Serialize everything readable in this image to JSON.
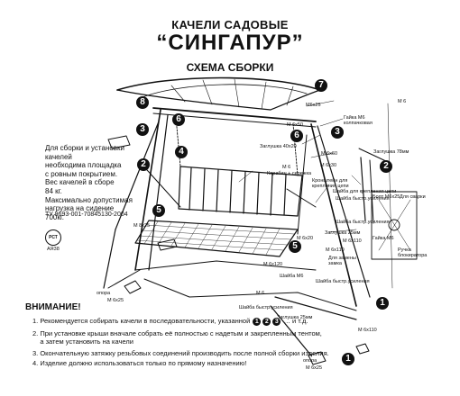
{
  "header": {
    "small_title": "КАЧЕЛИ САДОВЫЕ",
    "big_title": "“СИНГАПУР”",
    "subtitle": "СХЕМА СБОРКИ"
  },
  "info": {
    "lines": [
      "Для сборки и установки качелей",
      "необходима площадка",
      "с  ровным покрытием.",
      "Вес качелей в сборе",
      "84 кг.",
      "Максимально допустимая",
      "нагрузка на сидение",
      "700кг."
    ],
    "tu": "ТУ 9693-001-70845130-2004"
  },
  "cert_mark": "РСТ",
  "cert_code": "АЯ38",
  "step_numbers": {
    "s7": "7",
    "s8": "8",
    "s6a": "6",
    "s3a": "3",
    "s4": "4",
    "s2a": "2",
    "s5a": "5",
    "s6b": "6",
    "s3b": "3",
    "s2b": "2",
    "s5b": "5",
    "s1a": "1",
    "s1b": "1"
  },
  "labels": {
    "m6": "М 6",
    "m6x25_top": "М6х25",
    "m6x50": "М 6х50",
    "gaika": "Гайка М6\nколпачковая",
    "m6x60": "М 6х60",
    "zaglushka40": "Заглушка 40х20",
    "karabin": "Карабин + сережка",
    "m6_mid": "М 6",
    "m6x30": "М 6х30",
    "zaglushka78": "Заглушка 78мм",
    "kronsh": "Кронштейн для\nкрепления цепи",
    "shaiba_cepi": "Шайба для крепления цепи",
    "shaiba_usil_1": "Шайба быстр.усиления",
    "shaiba_usil_2": "Шайба быстр.усиления",
    "zaglushka25_1": "Заглушка 25мм",
    "m6x110_1": "М 6х110",
    "m6x110_2": "М 6х110",
    "dlya_zam": "Для замены\nзамка",
    "shaiba_usil_3": "Шайба быстр.усиления",
    "opora_1": "опора",
    "m6x25_a": "М 6х25",
    "m6_b": "М 6",
    "shaiba_usil_4": "Шайба быстр.усиления",
    "zaglushka25_2": "Заглушка 25мм",
    "m6x110_3": "М 6х110",
    "opora_2": "опора",
    "m6x25_b": "М 6х25",
    "bolt_m6x25": "Болт М6х25",
    "dlya_svar": "Для сварки",
    "gaika_m6": "Гайка М6",
    "ruchka": "Ручка\nблокиратора",
    "m8x25": "М 8х25",
    "m6x120": "М 6х120",
    "shaiba_m6": "Шайба М6",
    "m6x20": "М 6х20"
  },
  "attention": {
    "title": "ВНИМАНИЕ!",
    "note1_a": "1. Рекомендуется собирать качели в последовательности, указанной",
    "note1_b": "… и т.д.",
    "note1_c": "1",
    "note1_d": "2",
    "note1_e": "3",
    "note2": "2. При установке крыши вначале собрать её полностью с надетым и закрепленным тентом,\n    а затем установить на качели",
    "note3": "3. Окончательную затяжку резьбовых соединений производить после полной сборки изделия.",
    "note4": "4. Изделие должно использоваться только по прямому назначению!"
  },
  "colors": {
    "ink": "#111111",
    "paper": "#ffffff"
  }
}
